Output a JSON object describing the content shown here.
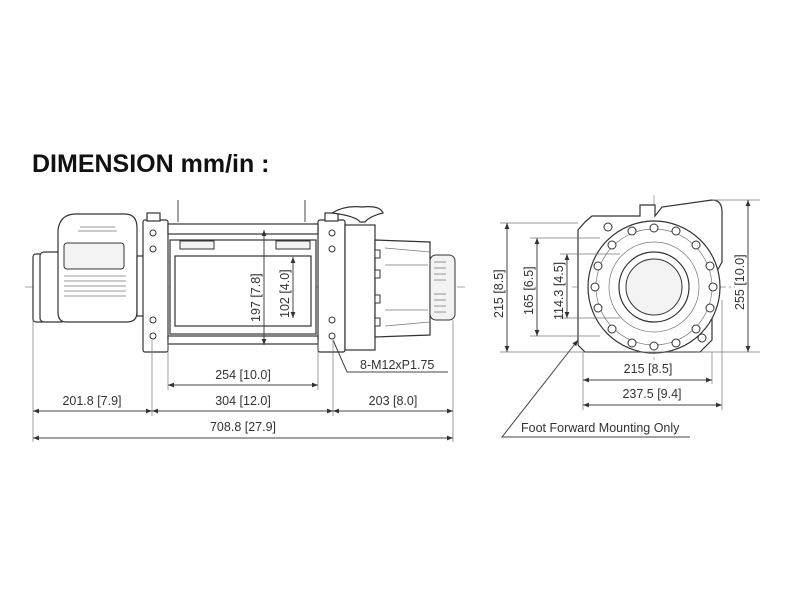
{
  "title": "DIMENSION mm/in :",
  "side_view": {
    "drum_length": "254 [10.0]",
    "frame_width": "304 [12.0]",
    "motor_length": "201.8 [7.9]",
    "gearbox_length": "203 [8.0]",
    "overall_length": "708.8 [27.9]",
    "drum_flange_height": "197 [7.8]",
    "drum_diameter": "102 [4.0]",
    "bolt_spec": "8-M12xP1.75"
  },
  "end_view": {
    "height_215": "215 [8.5]",
    "height_165": "165 [6.5]",
    "height_114": "114.3 [4.5]",
    "overall_height": "255 [10.0]",
    "width_215": "215 [8.5]",
    "overall_width": "237.5 [9.4]",
    "mounting_note": "Foot Forward Mounting Only"
  }
}
